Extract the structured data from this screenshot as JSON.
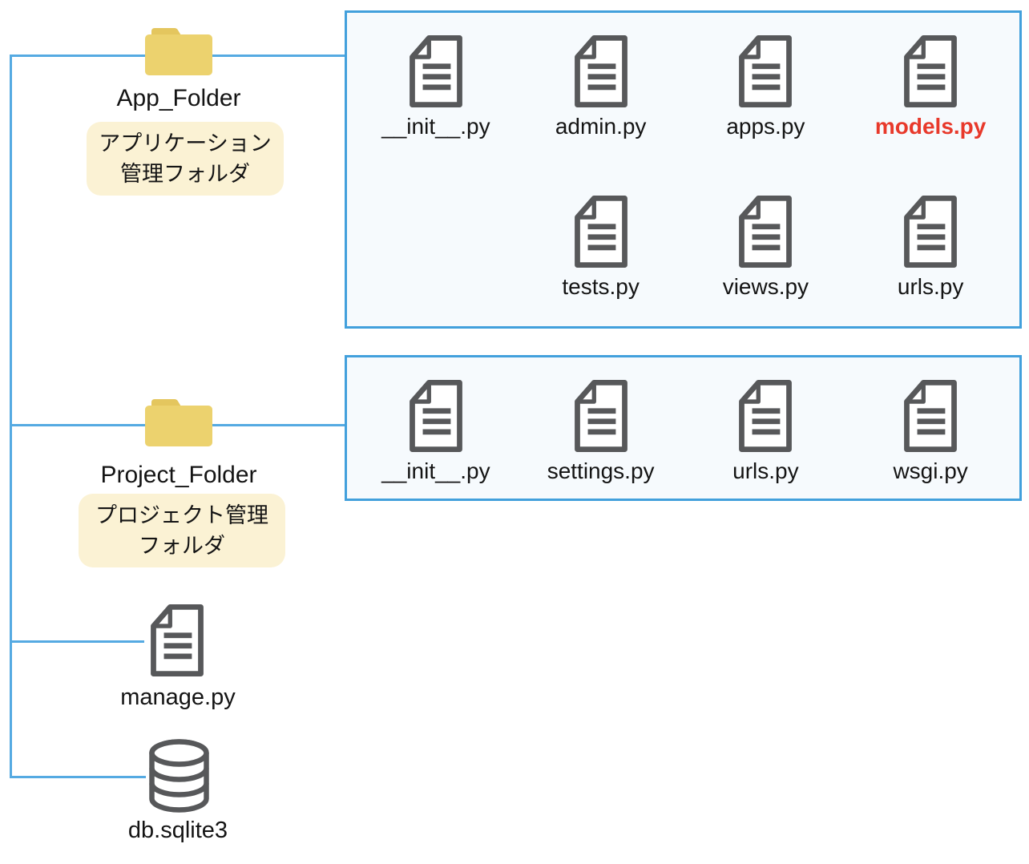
{
  "diagram": {
    "app_folder": {
      "label": "App_Folder",
      "badge": {
        "line1": "アプリケーション",
        "line2": "管理フォルダ"
      }
    },
    "app_files": {
      "row1": [
        {
          "name": "__init__.py",
          "highlight": false
        },
        {
          "name": "admin.py",
          "highlight": false
        },
        {
          "name": "apps.py",
          "highlight": false
        },
        {
          "name": "models.py",
          "highlight": true
        }
      ],
      "row2": [
        {
          "name": "tests.py",
          "highlight": false
        },
        {
          "name": "views.py",
          "highlight": false
        },
        {
          "name": "urls.py",
          "highlight": false
        }
      ]
    },
    "project_folder": {
      "label": "Project_Folder",
      "badge": {
        "line1": "プロジェクト管理",
        "line2": "フォルダ"
      }
    },
    "project_files": [
      {
        "name": "__init__.py"
      },
      {
        "name": "settings.py"
      },
      {
        "name": "urls.py"
      },
      {
        "name": "wsgi.py"
      }
    ],
    "manage_file": {
      "label": "manage.py"
    },
    "database_file": {
      "label": "db.sqlite3"
    },
    "colors": {
      "connector_blue": "#55aae2",
      "box_border_blue": "#42a0dc",
      "box_background": "#f6fafd",
      "badge_background": "#fbf2d4",
      "highlight_red": "#e8392b",
      "icon_gray": "#57585a",
      "folder_body_yellow": "#ecd26e",
      "folder_tab_yellow": "#e4c65e"
    }
  }
}
